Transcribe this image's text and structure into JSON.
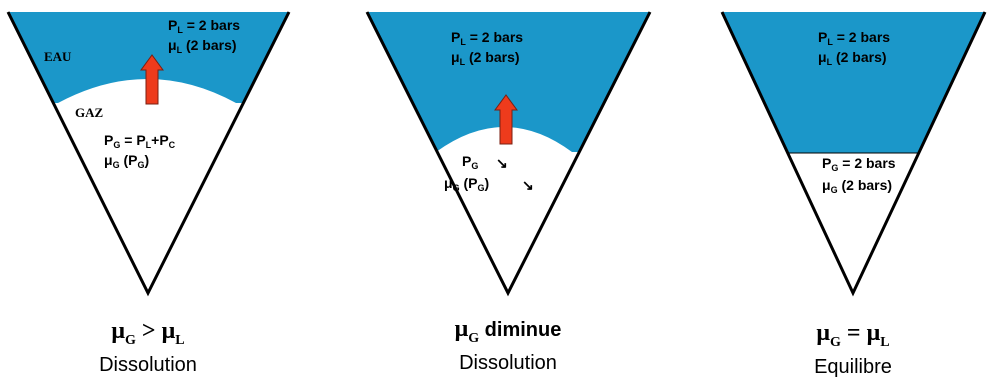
{
  "colors": {
    "water": "#1b97c9",
    "arrow": "#ee3b1c",
    "arrow_edge": "#7a1f12",
    "outline": "#000000",
    "text": "#000000"
  },
  "panel1": {
    "eau": "EAU",
    "gaz": "GAZ",
    "pl": "P",
    "pl_sub": "L",
    "pl_val": " = 2 bars",
    "mul": "μ",
    "mul_sub": "L",
    "mul_val": " (2 bars)",
    "pg": "P",
    "pg_sub": "G",
    "pg_eq": " = P",
    "pg_eq_sub": "L",
    "pg_eq_tail": "+P",
    "pg_eq_tail_sub": "C",
    "mug": "μ",
    "mug_sub": "G",
    "mug_val": " (P",
    "mug_val_sub": "G",
    "mug_close": ")",
    "caption_math_left": "μ",
    "caption_math_left_sub": "G",
    "caption_op": " > ",
    "caption_math_right": "μ",
    "caption_math_right_sub": "L",
    "caption_word": "Dissolution"
  },
  "panel2": {
    "pl": "P",
    "pl_sub": "L",
    "pl_val": " = 2 bars",
    "mul": "μ",
    "mul_sub": "L",
    "mul_val": " (2 bars)",
    "pg": "P",
    "pg_sub": "G",
    "mug": "μ",
    "mug_sub": "G",
    "mug_val": " (P",
    "mug_val_sub": "G",
    "mug_close": ")",
    "down_arrow_glyph": "↘",
    "caption_math": "μ",
    "caption_math_sub": "G",
    "caption_text": " diminue",
    "caption_word": "Dissolution"
  },
  "panel3": {
    "pl": "P",
    "pl_sub": "L",
    "pl_val": " = 2 bars",
    "mul": "μ",
    "mul_sub": "L",
    "mul_val": " (2 bars)",
    "pg": "P",
    "pg_sub": "G",
    "pg_val": " = 2 bars",
    "mug": "μ",
    "mug_sub": "G",
    "mug_val": " (2 bars)",
    "caption_math_left": "μ",
    "caption_math_left_sub": "G",
    "caption_op": " = ",
    "caption_math_right": "μ",
    "caption_math_right_sub": "L",
    "caption_word": "Equilibre"
  }
}
